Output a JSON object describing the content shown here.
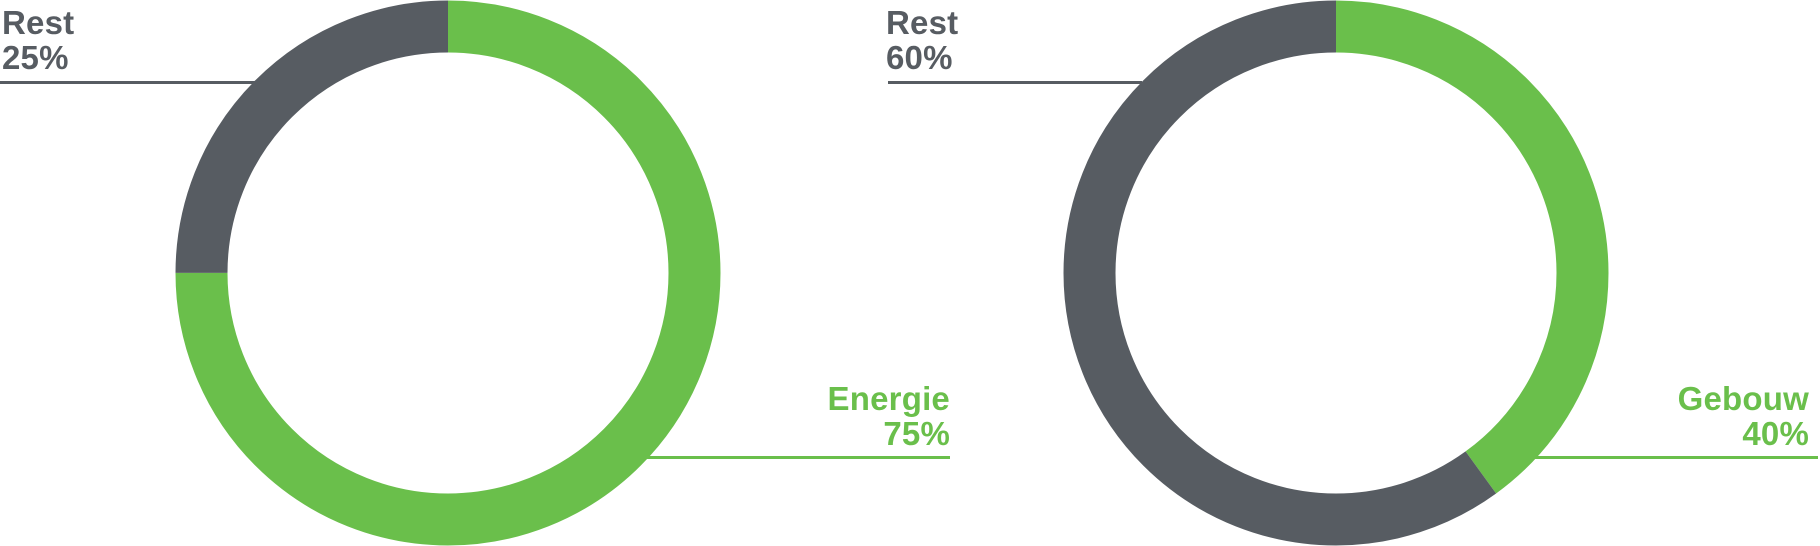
{
  "colors": {
    "green": "#6abf4b",
    "gray": "#575c62",
    "background": "#ffffff"
  },
  "chart_data": [
    {
      "type": "pie",
      "subtype": "donut",
      "title": "",
      "start_angle_deg": 0,
      "direction": "clockwise",
      "legend_position": "callouts",
      "slices": [
        {
          "label": "Energie",
          "value": 75,
          "pct_label": "75%",
          "color": "#6abf4b"
        },
        {
          "label": "Rest",
          "value": 25,
          "pct_label": "25%",
          "color": "#575c62"
        }
      ]
    },
    {
      "type": "pie",
      "subtype": "donut",
      "title": "",
      "start_angle_deg": 0,
      "direction": "clockwise",
      "legend_position": "callouts",
      "slices": [
        {
          "label": "Gebouw",
          "value": 40,
          "pct_label": "40%",
          "color": "#6abf4b"
        },
        {
          "label": "Rest",
          "value": 60,
          "pct_label": "60%",
          "color": "#575c62"
        }
      ]
    }
  ]
}
